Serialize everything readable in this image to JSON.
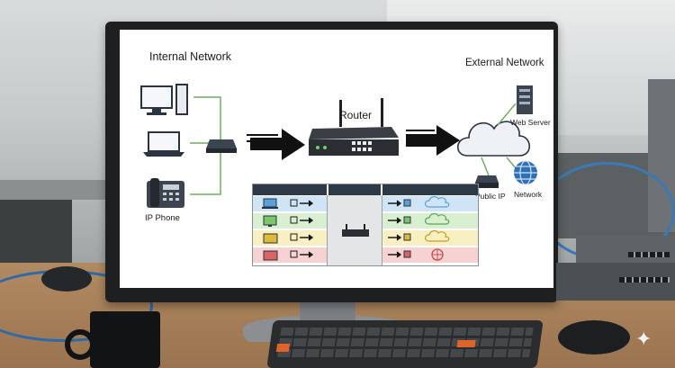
{
  "diagram": {
    "internal_title": "Internal Network",
    "external_title": "External Network",
    "router_label": "Router",
    "phone_label": "IP Phone",
    "web_server_label": "Web Server",
    "public_ip_label": "Public IP",
    "network_label": "Network"
  },
  "table": {
    "rows": [
      {
        "device": "laptop-icon",
        "color": "#cfe4f5",
        "dest": "cloud-icon"
      },
      {
        "device": "desktop-icon",
        "color": "#d8efd0",
        "dest": "cloud-icon"
      },
      {
        "device": "phone-icon",
        "color": "#f8efc2",
        "dest": "cloud-icon"
      },
      {
        "device": "phone-icon",
        "color": "#f6d2d2",
        "dest": "globe-icon"
      }
    ]
  }
}
